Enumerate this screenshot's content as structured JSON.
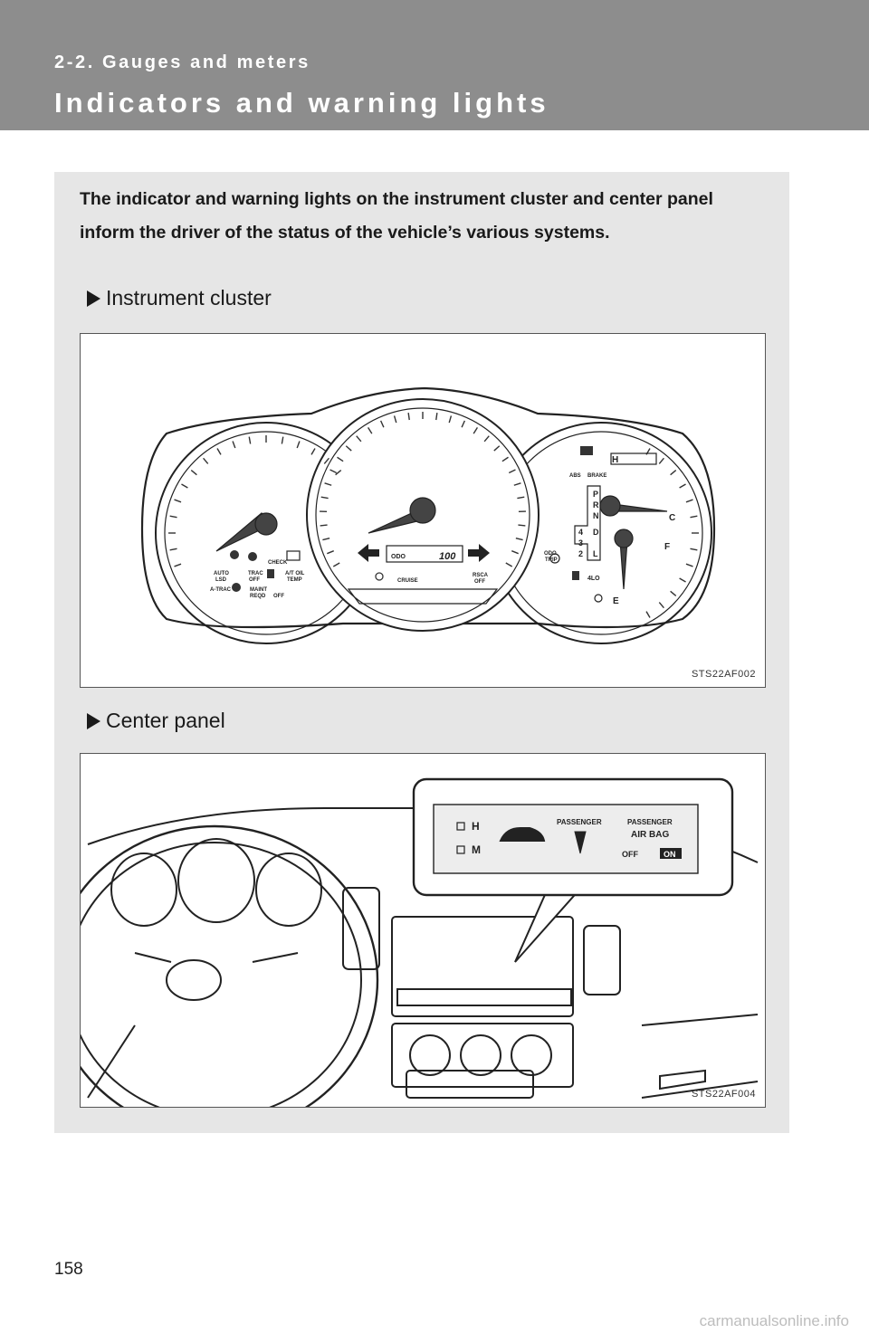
{
  "header": {
    "section": "2-2. Gauges and meters",
    "title": "Indicators and warning lights"
  },
  "intro": "The indicator and warning lights on the instrument cluster and center panel inform the driver of the status of the vehicle’s various systems.",
  "figure1": {
    "heading": "Instrument cluster",
    "code": "STS22AF002",
    "labels": {
      "check": "CHECK",
      "auto_lsd_1": "AUTO",
      "auto_lsd_2": "LSD",
      "trac_off_1": "TRAC",
      "trac_off_2": "OFF",
      "at_oil_1": "A/T OIL",
      "at_oil_2": "TEMP",
      "a_trac": "A-TRAC",
      "maint_1": "MAINT",
      "maint_2": "REQD",
      "off_small": "OFF",
      "odo": "ODO",
      "odo_value": "100",
      "cruise": "CRUISE",
      "rsca_1": "RSCA",
      "rsca_2": "OFF",
      "abs": "ABS",
      "brake": "BRAKE",
      "gear_p": "P",
      "gear_r": "R",
      "gear_n": "N",
      "gear_d": "D",
      "gear_4": "4",
      "gear_3": "3",
      "gear_2": "2",
      "gear_l": "L",
      "odo_trip_1": "ODO",
      "odo_trip_2": "TRIP",
      "four_lo": "4LO",
      "temp_c": "C",
      "temp_h": "H",
      "fuel_f": "F",
      "fuel_e": "E"
    }
  },
  "figure2": {
    "heading": "Center panel",
    "code": "STS22AF004",
    "labels": {
      "h": "H",
      "m": "M",
      "passenger": "PASSENGER",
      "passenger2": "PASSENGER",
      "air_bag": "AIR BAG",
      "off": "OFF",
      "on": "ON"
    }
  },
  "page_number": "158",
  "watermark": "carmanualsonline.info"
}
